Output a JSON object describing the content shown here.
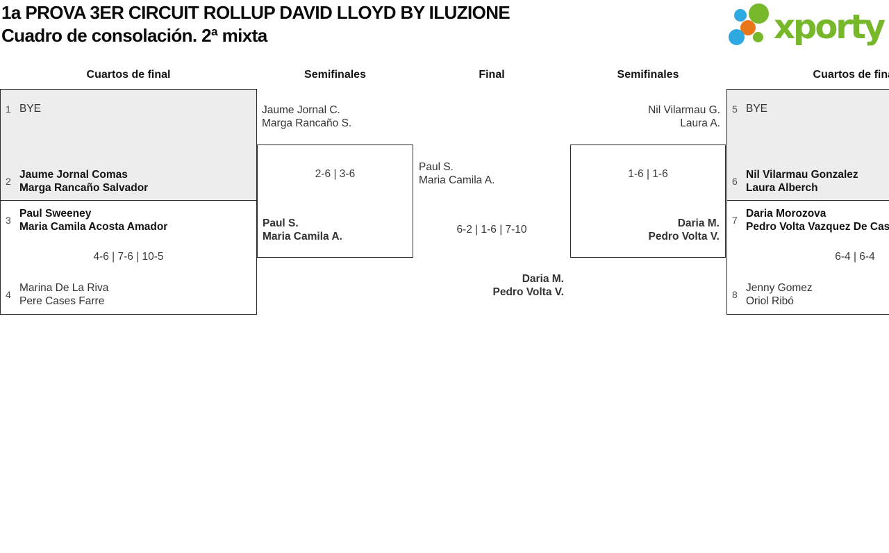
{
  "header": {
    "title_line1": "1a PROVA 3ER CIRCUIT ROLLUP DAVID LLOYD BY ILUZIONE",
    "title_line2": "Cuadro de consolación. 2ª mixta",
    "logo_text": "xporty"
  },
  "colors": {
    "logo_green": "#76B82A",
    "logo_blue": "#2FA9E1",
    "logo_orange": "#E8761A",
    "bye_box_bg": "#EDEDED",
    "box_border": "#2B2B2B"
  },
  "round_headers": [
    "Cuartos de final",
    "Semifinales",
    "Final",
    "Semifinales",
    "Cuartos de final"
  ],
  "matches": {
    "qf_left_top": {
      "seed_top": "1",
      "top_line1": "BYE",
      "seed_bottom": "2",
      "bottom_line1": "Jaume Jornal Comas",
      "bottom_line2": "Marga Rancaño Salvador"
    },
    "qf_left_bottom": {
      "seed_top": "3",
      "top_line1": "Paul Sweeney",
      "top_line2": "Maria Camila Acosta Amador",
      "score": "4-6 | 7-6 | 10-5",
      "seed_bottom": "4",
      "bottom_line1": "Marina De La Riva",
      "bottom_line2": "Pere Cases Farre"
    },
    "sf_left": {
      "top_line1": "Jaume Jornal C.",
      "top_line2": "Marga Rancaño S.",
      "score": "2-6 | 3-6",
      "bottom_line1": "Paul S.",
      "bottom_line2": "Maria Camila A."
    },
    "final": {
      "top_line1": "Paul S.",
      "top_line2": "Maria Camila A.",
      "score": "6-2 | 1-6 | 7-10",
      "bottom_line1": "Daria M.",
      "bottom_line2": "Pedro Volta V."
    },
    "sf_right": {
      "top_line1": "Nil Vilarmau G.",
      "top_line2": "Laura A.",
      "score": "1-6 | 1-6",
      "bottom_line1": "Daria M.",
      "bottom_line2": "Pedro Volta V."
    },
    "qf_right_top": {
      "seed_top": "5",
      "top_line1": "BYE",
      "seed_bottom": "6",
      "bottom_line1": "Nil Vilarmau Gonzalez",
      "bottom_line2": "Laura Alberch"
    },
    "qf_right_bottom": {
      "seed_top": "7",
      "top_line1": "Daria Morozova",
      "top_line2": "Pedro Volta Vazquez De Castro",
      "score": "6-4 | 6-4",
      "seed_bottom": "8",
      "bottom_line1": "Jenny Gomez",
      "bottom_line2": "Oriol Ribó"
    }
  }
}
